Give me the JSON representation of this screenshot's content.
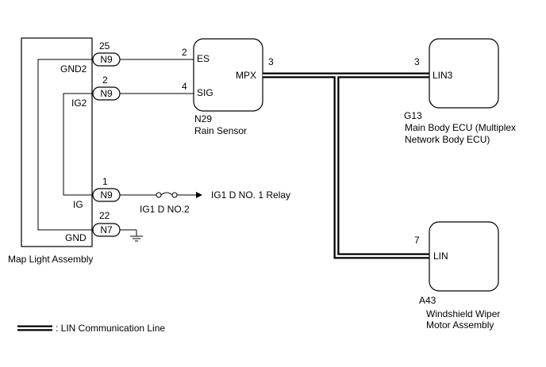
{
  "map_light": {
    "name": "Map Light Assembly",
    "pins": [
      {
        "num": "25",
        "conn": "N9",
        "label": "GND2"
      },
      {
        "num": "2",
        "conn": "N9",
        "label": "IG2"
      },
      {
        "num": "1",
        "conn": "N9",
        "label": "IG"
      },
      {
        "num": "22",
        "conn": "N7",
        "label": "GND"
      }
    ]
  },
  "rain_sensor": {
    "code": "N29",
    "name": "Rain Sensor",
    "pin_es_num": "2",
    "pin_es": "ES",
    "pin_sig_num": "4",
    "pin_sig": "SIG",
    "pin_mpx_num": "3",
    "pin_mpx": "MPX"
  },
  "main_body_ecu": {
    "code": "G13",
    "name_line1": "Main Body ECU (Multiplex",
    "name_line2": "Network Body ECU)",
    "pin_num": "3",
    "pin": "LIN3"
  },
  "wiper_motor": {
    "code": "A43",
    "name_line1": "Windshield Wiper",
    "name_line2": "Motor Assembly",
    "pin_num": "7",
    "pin": "LIN"
  },
  "fuse": {
    "label": "IG1 D NO.2"
  },
  "relay": {
    "label": "IG1 D NO. 1 Relay"
  },
  "legend": {
    "label": ": LIN Communication Line"
  }
}
